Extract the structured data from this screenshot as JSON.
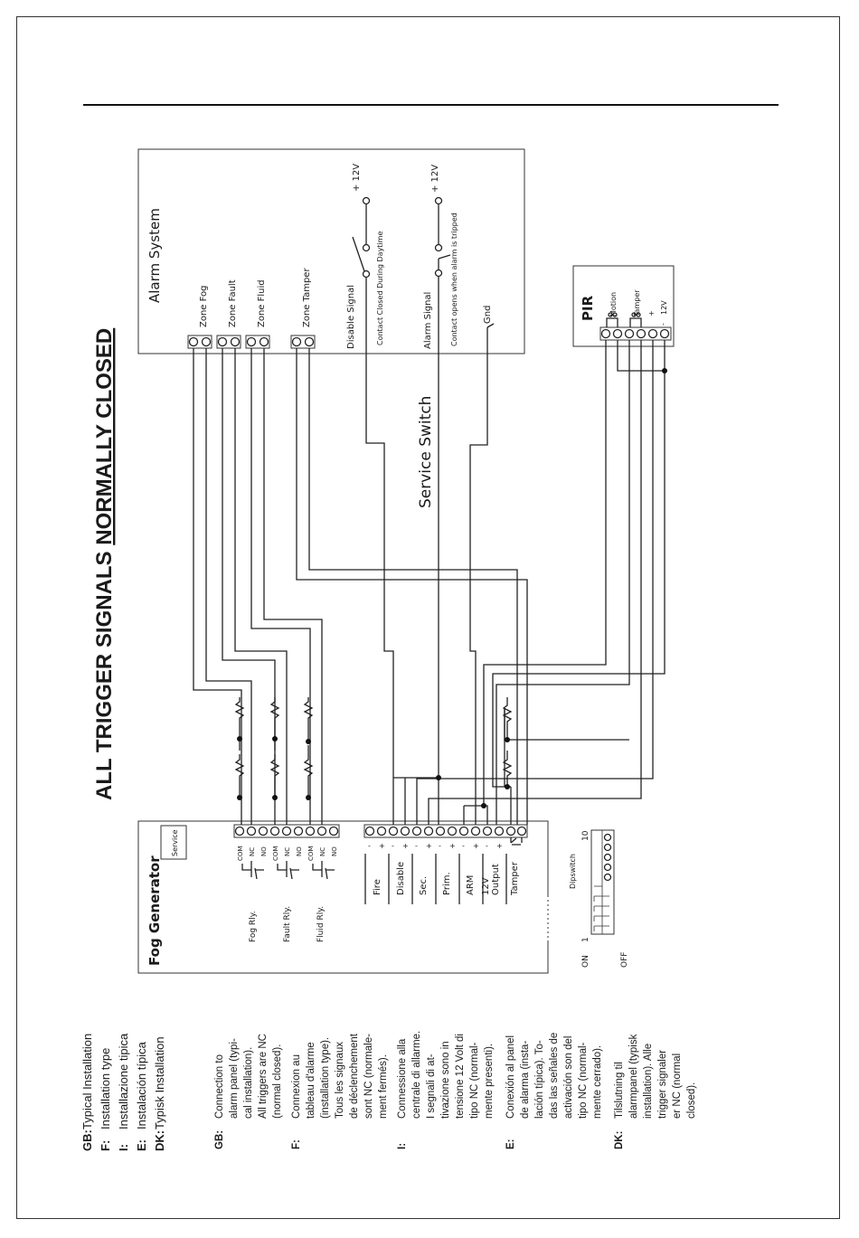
{
  "headline": {
    "part1": "ALL TRIGGER SIGNALS ",
    "part2": "NORMALLY CLOSED"
  },
  "alarm_system": {
    "title": "Alarm System",
    "zone_fog": "Zone Fog",
    "zone_fault": "Zone Fault",
    "zone_fluid": "Zone Fluid",
    "zone_tamper": "Zone Tamper",
    "disable_signal": "Disable Signal",
    "disable_note": "Contact Closed During Daytime",
    "alarm_signal": "Alarm Signal",
    "alarm_note": "Contact opens when alarm is tripped",
    "gnd": "Gnd",
    "plus12v_1": "+ 12V",
    "plus12v_2": "+ 12V"
  },
  "service_switch": "Service Switch",
  "pir": {
    "title": "PIR",
    "motion": "Motion",
    "tamper": "Tamper",
    "plus": "+",
    "minus": "-",
    "v12": "12V"
  },
  "fog_generator": {
    "title": "Fog Generator",
    "service": "Service",
    "relay_terminals": [
      "COM",
      "NC",
      "NO",
      "COM",
      "NC",
      "NO",
      "COM",
      "NC",
      "NO"
    ],
    "fog_rly": "Fog Rly.",
    "fault_rly": "Fault Rly.",
    "fluid_rly": "Fluid Rly.",
    "inputs": {
      "fire": "Fire",
      "disable": "Disable",
      "sec": "Sec.",
      "prim": "Prim.",
      "arm": "ARM",
      "v12": "12V",
      "output": "Output",
      "tamper": "Tamper"
    },
    "polarity": {
      "minus": "-",
      "plus": "+"
    },
    "dipswitch": {
      "label": "Dipswitch",
      "on": "ON",
      "off": "OFF",
      "one": "1",
      "ten": "10"
    }
  },
  "legend": {
    "titles": [
      {
        "code": "GB:",
        "text": "Typical Installation"
      },
      {
        "code": "F:",
        "text": "Installation type"
      },
      {
        "code": "I:",
        "text": "Installazione tipica"
      },
      {
        "code": "E:",
        "text": "Instalación típica"
      },
      {
        "code": "DK:",
        "text": "Typisk Installation"
      }
    ],
    "descriptions": [
      {
        "code": "GB:",
        "lines": [
          "Connection to",
          "alarm panel (typi-",
          "cal installation).",
          "All triggers are NC",
          "(normal closed)."
        ]
      },
      {
        "code": "F:",
        "lines": [
          "Connexion au",
          "tableau d'alarme",
          "(installation type).",
          "Tous les signaux",
          "de déclenchement",
          "sont NC (normale-",
          "ment fermés)."
        ]
      },
      {
        "code": "I:",
        "lines": [
          "Connessione alla",
          "centrale di allarme.",
          "I segnali di at-",
          "tivazione sono in",
          "tensione 12 Volt di",
          "tipo NC (normal-",
          "mente presenti)."
        ]
      },
      {
        "code": "E:",
        "lines": [
          "Conexión al panel",
          "de alarma (insta-",
          "lación típica). To-",
          "das las señales de",
          "activación son del",
          "tipo NC (normal-",
          "mente cerrado)."
        ]
      },
      {
        "code": "DK:",
        "lines": [
          "Tilslutning til",
          "alarmpanel (typisk",
          "installation). Alle",
          "trigger signaler",
          "er NC (normal",
          "closed)."
        ]
      }
    ]
  }
}
